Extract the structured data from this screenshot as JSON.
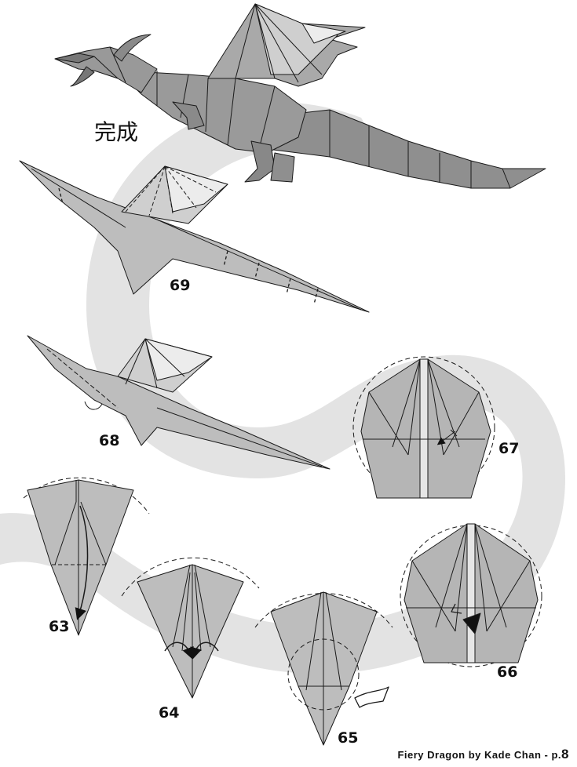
{
  "finished_label": "完成",
  "steps": {
    "s63": "63",
    "s64": "64",
    "s65": "65",
    "s66": "66",
    "s67": "67",
    "s68": "68",
    "s69": "69"
  },
  "footer": {
    "credit": "Fiery Dragon by Kade Chan - p.",
    "page": "8"
  },
  "colors": {
    "paper_dark": "#8f8f8f",
    "paper_mid": "#a9a9a9",
    "paper_light": "#bdbdbd",
    "paper_white": "#e6e6e6",
    "swoosh": "#e3e3e3",
    "line": "#1a1a1a"
  }
}
